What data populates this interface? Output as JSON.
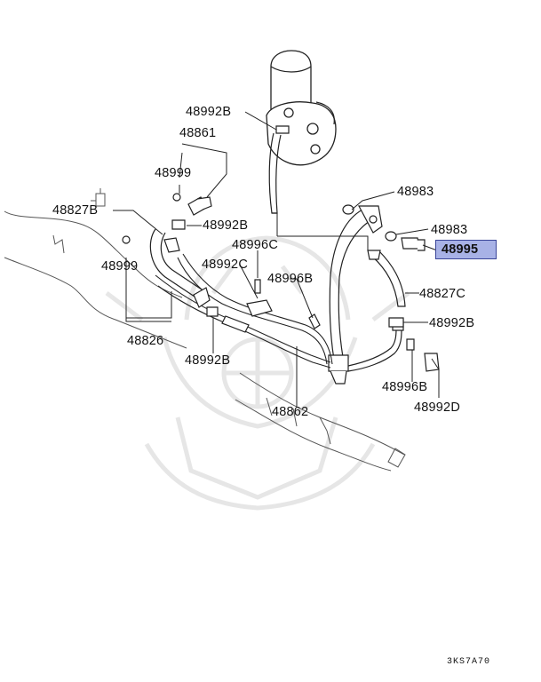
{
  "diagram_code": "3KS7A70",
  "highlight_color": "#a8b2e6",
  "highlight_border": "#3a4598",
  "callouts": {
    "c48992B_top": "48992B",
    "c48861": "48861",
    "c48999_top": "48999",
    "c48827B": "48827B",
    "c48992B_mid": "48992B",
    "c48996C": "48996C",
    "c48992C": "48992C",
    "c48999_left": "48999",
    "c48996B_mid": "48996B",
    "c48826": "48826",
    "c48992B_low": "48992B",
    "c48862": "48862",
    "c48983_upper": "48983",
    "c48983_lower": "48983",
    "c48995": "48995",
    "c48827C": "48827C",
    "c48992B_right": "48992B",
    "c48996B_right": "48996B",
    "c48992D": "48992D"
  }
}
